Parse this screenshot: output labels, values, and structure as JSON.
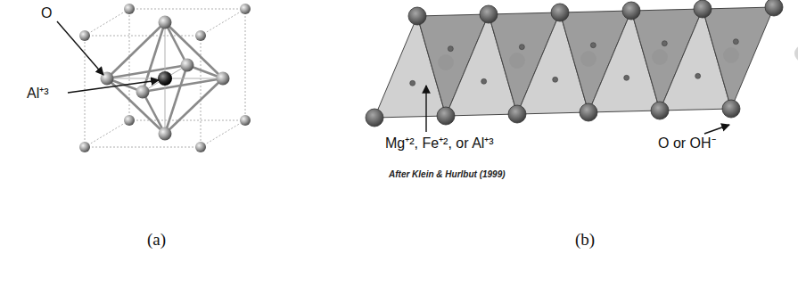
{
  "diagram": {
    "labels": [
      "O",
      "Al⁺³",
      "Mg⁺², Fe⁺², or Al⁺³",
      "After Klein & Hurlbut (1999)",
      "O or OH⁻",
      "(a)",
      "(b)"
    ]
  }
}
